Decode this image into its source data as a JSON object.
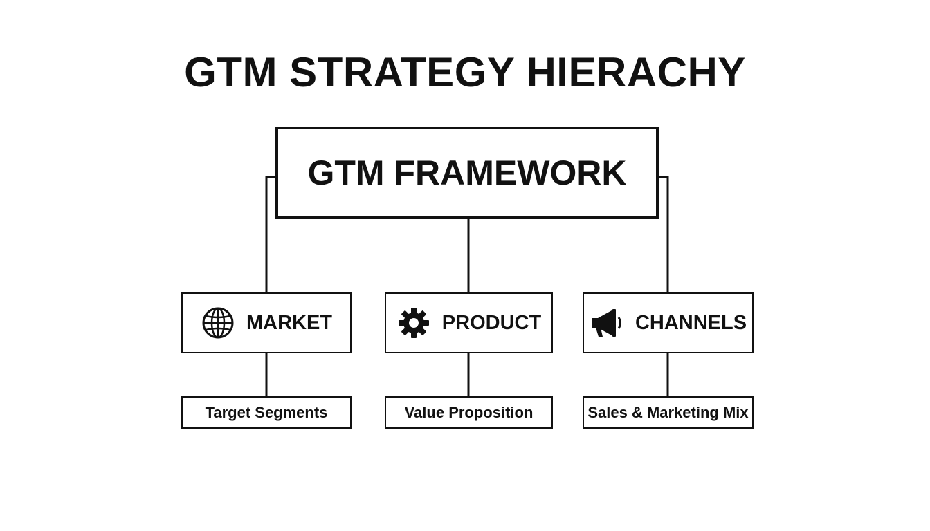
{
  "title": "GTM STRATEGY HIERACHY",
  "root": {
    "label": "GTM FRAMEWORK"
  },
  "categories": [
    {
      "label": "MARKET",
      "icon": "globe-icon",
      "sub_label": "Target Segments"
    },
    {
      "label": "PRODUCT",
      "icon": "gear-icon",
      "sub_label": "Value Proposition"
    },
    {
      "label": "CHANNELS",
      "icon": "megaphone-icon",
      "sub_label": "Sales & Marketing Mix"
    }
  ],
  "colors": {
    "line": "#111111",
    "background": "#ffffff",
    "text": "#111111"
  }
}
